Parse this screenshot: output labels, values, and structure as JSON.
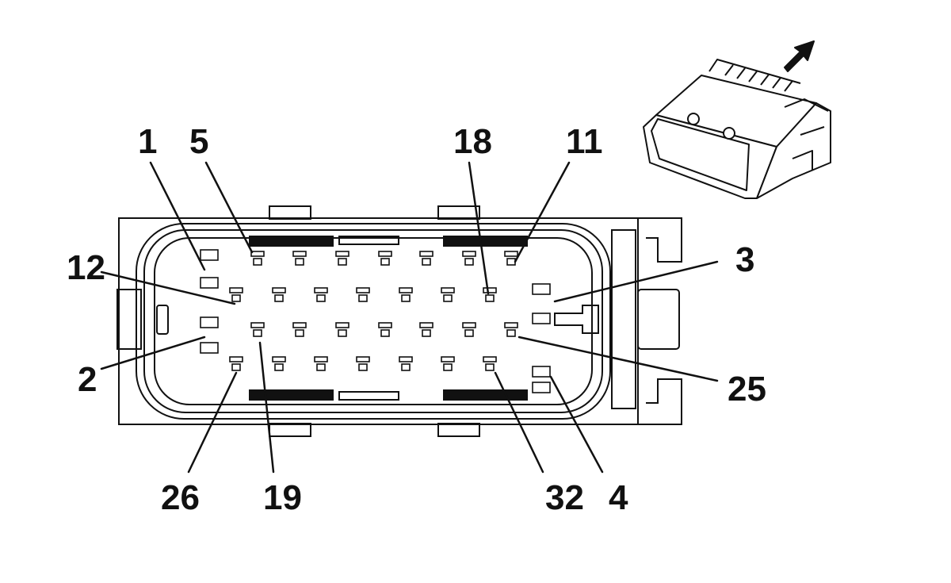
{
  "diagram": {
    "pin_labels": {
      "p1": "1",
      "p5": "5",
      "p18": "18",
      "p11": "11",
      "p12": "12",
      "p3": "3",
      "p2": "2",
      "p25": "25",
      "p26": "26",
      "p19": "19",
      "p32": "32",
      "p4": "4"
    },
    "line_color": "#111111",
    "background": "#ffffff",
    "inset_arrow_icon": "arrow-up-right-icon"
  }
}
